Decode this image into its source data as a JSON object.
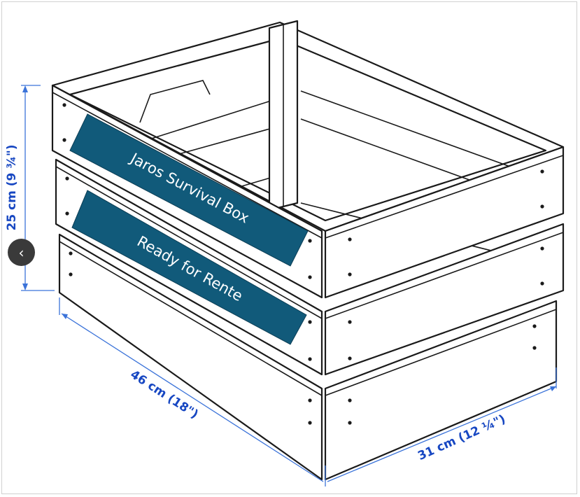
{
  "banners": {
    "top": "Jaros Survival Box",
    "bottom": "Ready for Rente",
    "color": "#115a7a"
  },
  "dimensions": {
    "height": "25 cm (9 ¾\")",
    "length": "46 cm (18\")",
    "width": "31 cm (12 ¼\")",
    "color": "#1747c2"
  },
  "carousel": {
    "prev_icon": "chevron-left-icon",
    "prev_glyph": "‹"
  }
}
